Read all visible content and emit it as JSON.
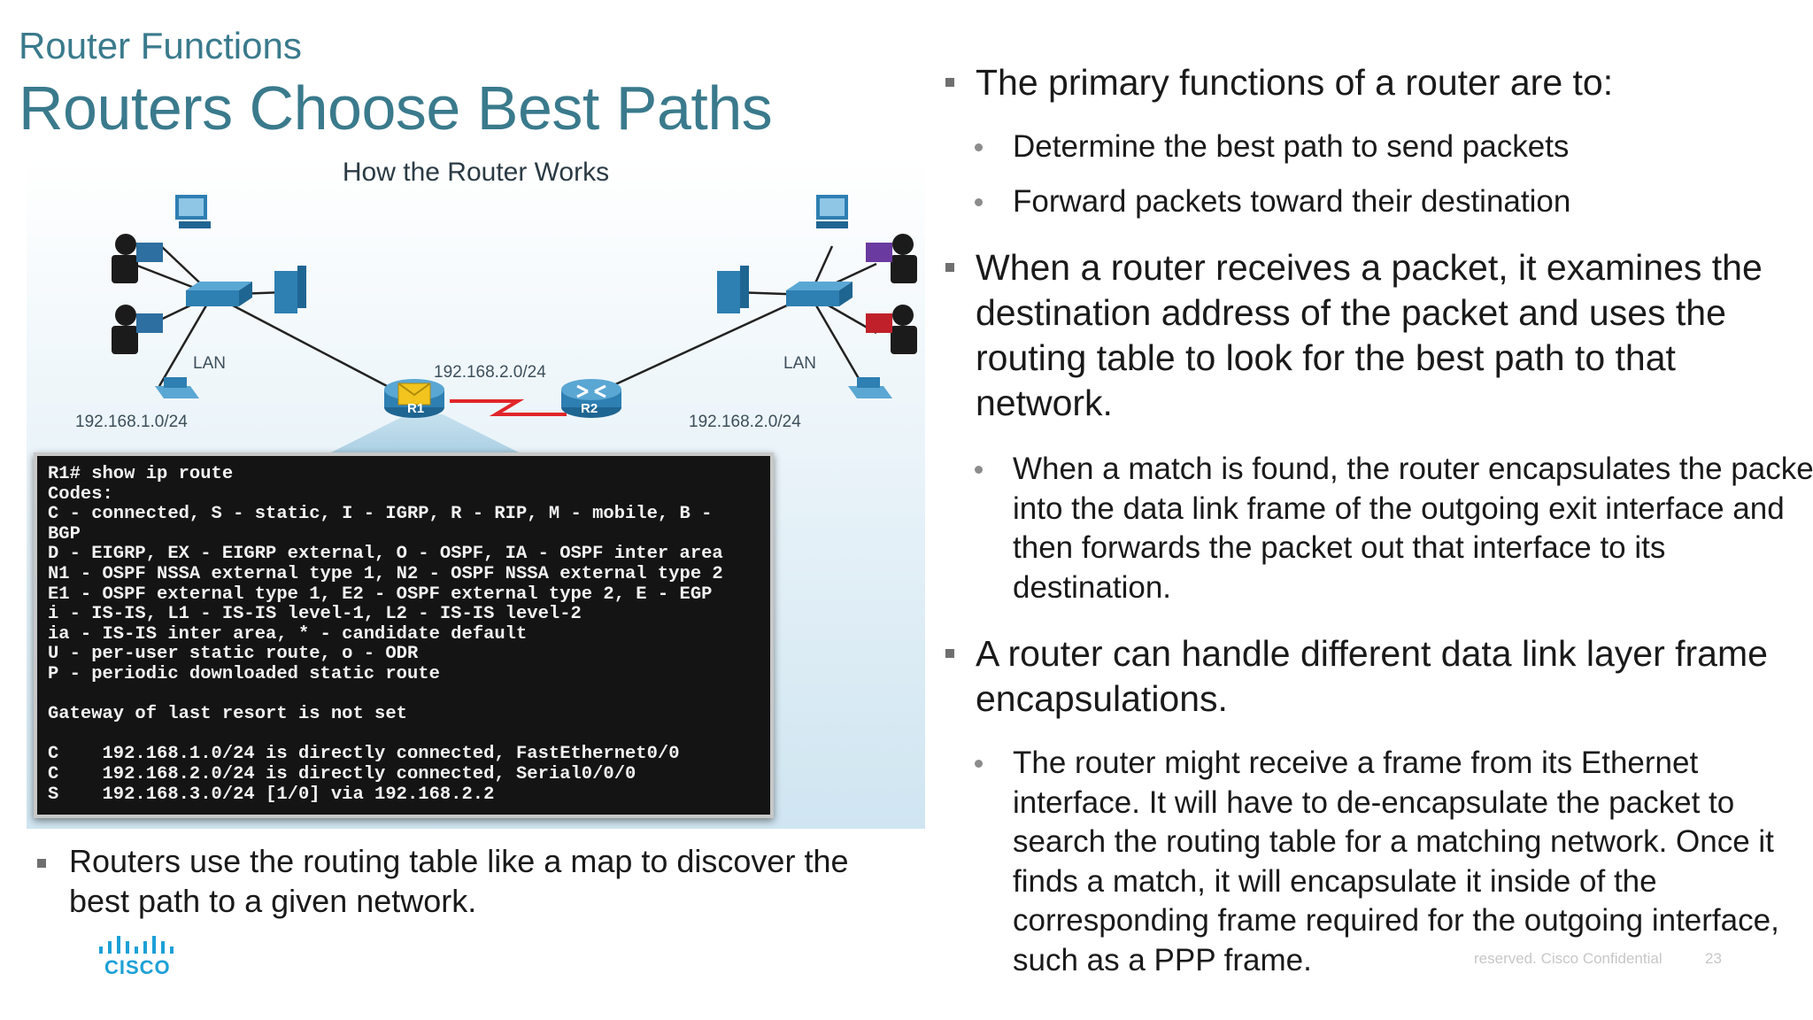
{
  "header": {
    "kicker": "Router Functions",
    "title": "Routers Choose Best Paths"
  },
  "figure": {
    "title": "How the Router Works",
    "labels": {
      "lan_left": "LAN",
      "lan_right": "LAN",
      "net_left": "192.168.1.0/24",
      "net_middle": "192.168.2.0/24",
      "net_right": "192.168.2.0/24",
      "r1": "R1",
      "r2": "R2"
    },
    "terminal_lines": [
      "R1# show ip route",
      "Codes:",
      "C - connected, S - static, I - IGRP, R - RIP, M - mobile, B -",
      "BGP",
      "D - EIGRP, EX - EIGRP external, O - OSPF, IA - OSPF inter area",
      "N1 - OSPF NSSA external type 1, N2 - OSPF NSSA external type 2",
      "E1 - OSPF external type 1, E2 - OSPF external type 2, E - EGP",
      "i - IS-IS, L1 - IS-IS level-1, L2 - IS-IS level-2",
      "ia - IS-IS inter area, * - candidate default",
      "U - per-user static route, o - ODR",
      "P - periodic downloaded static route",
      "",
      "Gateway of last resort is not set",
      "",
      "C    192.168.1.0/24 is directly connected, FastEthernet0/0",
      "C    192.168.2.0/24 is directly connected, Serial0/0/0",
      "S    192.168.3.0/24 [1/0] via 192.168.2.2"
    ]
  },
  "left_bullet": "Routers use the routing table like a map to discover the best path to a given network.",
  "right": {
    "b1": "The primary functions of a router are to:",
    "b1_sub1": "Determine the best path to send packets",
    "b1_sub2": "Forward packets toward their destination",
    "b2": "When a router receives a packet, it examines the destination address of the packet and uses the routing table to look for the best path to that network.",
    "b2_sub1": "When a match is found, the router encapsulates the packet into the data link frame of the outgoing exit interface and then forwards the packet out that interface to its destination.",
    "b3": "A router can handle different data link layer frame encapsulations.",
    "b3_sub1": "The router might receive a frame from its Ethernet interface. It will have to de-encapsulate the packet to search the routing table for a matching network. Once it finds a match, it will encapsulate it inside of the corresponding frame required for the outgoing interface, such as a PPP frame."
  },
  "footer": {
    "logo_text": "CISCO",
    "text": "reserved.   Cisco Confidential",
    "page_number": "23"
  },
  "colors": {
    "title": "#3a7a8c",
    "terminal_bg": "#141414",
    "serial_link": "#e0262b",
    "logo": "#1ba0d7"
  }
}
